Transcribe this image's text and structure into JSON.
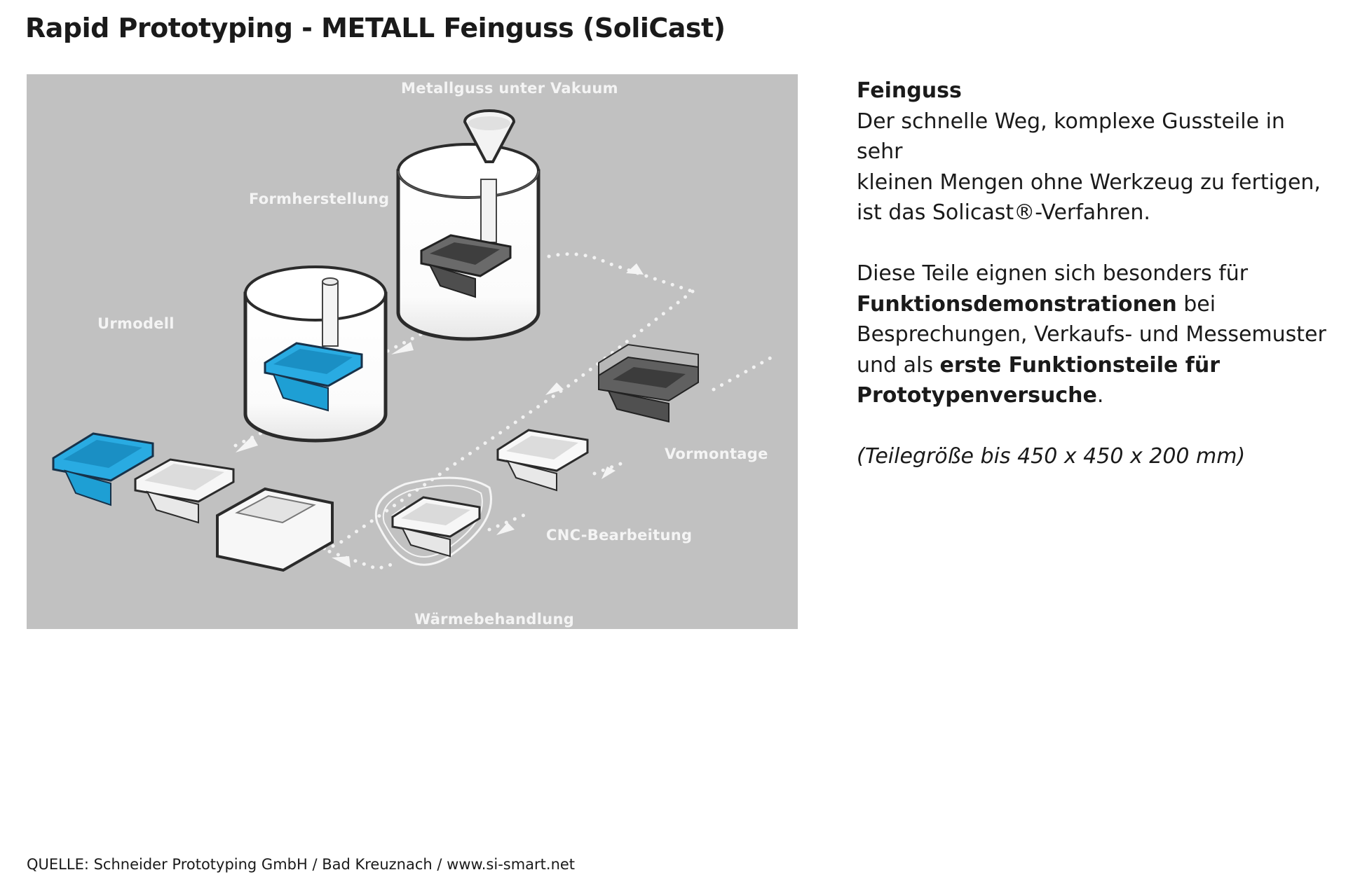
{
  "page": {
    "title": "Rapid Prototyping - METALL Feinguss (SoliCast)"
  },
  "diagram": {
    "background_color": "#c1c1c1",
    "accent_color": "#1e9fd4",
    "labels": {
      "metal_casting": "Metallguss unter Vakuum",
      "mold_making": "Formherstellung",
      "master_model": "Urmodell",
      "pre_assembly": "Vormontage",
      "cnc": "CNC-Bearbeitung",
      "heat_treatment": "Wärmebehandlung"
    }
  },
  "description": {
    "heading": "Feinguss",
    "paragraph1": {
      "lines": [
        "Der schnelle Weg, komplexe Gussteile in sehr",
        "kleinen Mengen ohne Werkzeug zu fertigen,",
        "ist das Solicast®-Verfahren."
      ]
    },
    "paragraph2": {
      "line1": "Diese Teile eignen sich besonders für",
      "line2_bold": "Funktionsdemonstrationen",
      "line2_rest": " bei",
      "line3": "Besprechungen, Verkaufs- und Messemuster",
      "line4_prefix": "und als ",
      "line4_bold": "erste Funktionsteile für",
      "line5_bold": "Prototypenversuche",
      "line5_rest": "."
    },
    "size_note": "(Teilegröße bis 450 x 450 x 200 mm)"
  },
  "footer": {
    "source": "QUELLE: Schneider Prototyping GmbH / Bad Kreuznach / www.si-smart.net"
  }
}
